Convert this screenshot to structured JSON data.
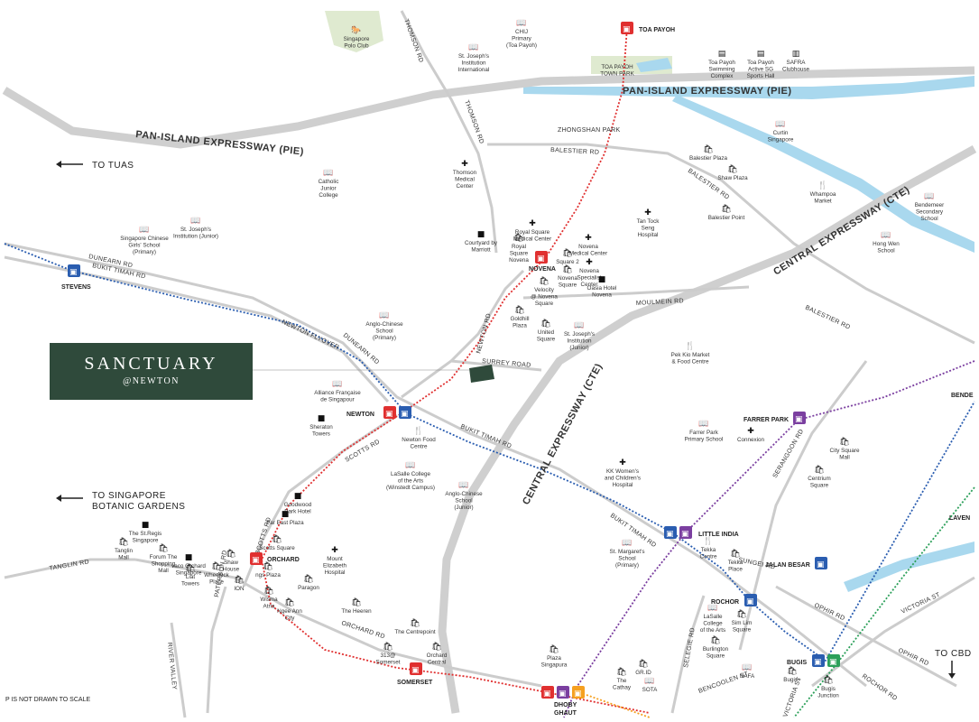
{
  "brand": {
    "title": "SANCTUARY",
    "subtitle": "@NEWTON"
  },
  "directions": {
    "tuas": "TO TUAS",
    "botanic_line1": "TO SINGAPORE",
    "botanic_line2": "BOTANIC GARDENS",
    "cbd": "TO CBD"
  },
  "note": "P IS NOT DRAWN TO SCALE",
  "roads": {
    "pie_west": "PAN-ISLAND EXPRESSWAY (PIE)",
    "pie_east": "PAN-ISLAND EXPRESSWAY (PIE)",
    "cte_north": "CENTRAL EXPRESSWAY (CTE)",
    "cte_south": "CENTRAL EXPRESSWAY (CTE)",
    "thomson1": "THOMSON RD",
    "thomson2": "THOMSON RD",
    "zhongshan": "ZHONGSHAN PARK",
    "balestier": "BALESTIER RD",
    "balestier2": "BALESTIER RD",
    "balestier3": "BALESTIER RD",
    "dunearn": "DUNEARN RD",
    "bukit_timah": "BUKIT TIMAH RD",
    "newton_flyover": "NEWTON FLYOVER",
    "dunearn2": "DUNEARN RD",
    "newton_rd": "NEWTON RD",
    "surrey": "SURREY ROAD",
    "moulmein": "MOULMEIN RD",
    "scotts": "SCOTTS RD",
    "scotts2": "SCOTTS RD",
    "bukit_timah2": "BUKIT TIMAH RD",
    "bukit_timah3": "BUKIT TIMAH RD",
    "tanglin": "TANGLIN RD",
    "orchard": "ORCHARD RD",
    "paterson": "PATERSON RD",
    "river_valley": "RIVER VALLEY",
    "serangoon": "SERANGOON RD",
    "sungei": "SUNGEI RD",
    "ophir": "OPHIR RD",
    "ophir2": "OPHIR RD",
    "victoria": "VICTORIA ST",
    "victoria2": "VICTORIA ST",
    "rochor": "ROCHOR RD",
    "selegie": "SELEGIE RD",
    "bencoolen": "BENCOOLEN ST"
  },
  "stations": {
    "toa_payoh": "TOA PAYOH",
    "stevens": "STEVENS",
    "novena": "NOVENA",
    "newton": "NEWTON",
    "orchard": "ORCHARD",
    "somerset": "SOMERSET",
    "dhoby1": "DHOBY",
    "dhoby2": "GHAUT",
    "little_india": "LITTLE INDIA",
    "farrer_park": "FARRER PARK",
    "jalan_besar": "JALAN BESAR",
    "rochor": "ROCHOR",
    "bugis": "BUGIS",
    "bende": "BENDE",
    "laven": "LAVEN"
  },
  "pois": [
    {
      "l1": "Singapore",
      "l2": "Polo Club"
    },
    {
      "l1": "CHIJ",
      "l2": "Primary",
      "l3": "(Toa Payoh)"
    },
    {
      "l1": "St. Joseph's",
      "l2": "Institution",
      "l3": "International"
    },
    {
      "l1": "TOA PAYOH",
      "l2": "TOWN PARK"
    },
    {
      "l1": "Toa Payoh",
      "l2": "Swimming",
      "l3": "Complex"
    },
    {
      "l1": "Toa Payoh",
      "l2": "Active SG",
      "l3": "Sports Hall"
    },
    {
      "l1": "SAFRA",
      "l2": "Clubhouse"
    },
    {
      "l1": "Curtin",
      "l2": "Singapore"
    },
    {
      "l1": "Balestier Plaza"
    },
    {
      "l1": "Shaw Plaza"
    },
    {
      "l1": "Whampoa",
      "l2": "Market"
    },
    {
      "l1": "Bendemeer",
      "l2": "Secondary",
      "l3": "School"
    },
    {
      "l1": "Thomson",
      "l2": "Medical",
      "l3": "Center"
    },
    {
      "l1": "Catholic",
      "l2": "Junior",
      "l3": "College"
    },
    {
      "l1": "St. Joseph's",
      "l2": "Institution (Junior)"
    },
    {
      "l1": "Singapore Chinese",
      "l2": "Girls' School",
      "l3": "(Primary)"
    },
    {
      "l1": "Royal Square",
      "l2": "Medical Center"
    },
    {
      "l1": "Courtyard by",
      "l2": "Marriott"
    },
    {
      "l1": "Royal",
      "l2": "Square",
      "l3": "Novena"
    },
    {
      "l1": "Novena",
      "l2": "Medical Center"
    },
    {
      "l1": "Tan Tock",
      "l2": "Seng",
      "l3": "Hospital"
    },
    {
      "l1": "Balestier Point"
    },
    {
      "l1": "Hong Wen",
      "l2": "School"
    },
    {
      "l1": "Square 2"
    },
    {
      "l1": "Novena",
      "l2": "Specialist",
      "l3": "Center"
    },
    {
      "l1": "Novena",
      "l2": "Square"
    },
    {
      "l1": "Oasia Hotel",
      "l2": "Novena"
    },
    {
      "l1": "Velocity",
      "l2": "@ Novena",
      "l3": "Square"
    },
    {
      "l1": "Goldhill",
      "l2": "Plaza"
    },
    {
      "l1": "United",
      "l2": "Square"
    },
    {
      "l1": "St. Joseph's",
      "l2": "Institution",
      "l3": "(Junior)"
    },
    {
      "l1": "Anglo-Chinese",
      "l2": "School",
      "l3": "(Primary)"
    },
    {
      "l1": "Pek Kio Market",
      "l2": "& Food Centre"
    },
    {
      "l1": "Alliance Française",
      "l2": "de Singapour"
    },
    {
      "l1": "Sheraton",
      "l2": "Towers"
    },
    {
      "l1": "Newton Food",
      "l2": "Centre"
    },
    {
      "l1": "LaSalle College",
      "l2": "of the Arts",
      "l3": "(Winstedt Campus)"
    },
    {
      "l1": "Anglo-Chinese",
      "l2": "School",
      "l3": "(Junior)"
    },
    {
      "l1": "KK Women's",
      "l2": "and Children's",
      "l3": "Hospital"
    },
    {
      "l1": "Farrer Park",
      "l2": "Primary School"
    },
    {
      "l1": "Connexion"
    },
    {
      "l1": "City Square",
      "l2": "Mall"
    },
    {
      "l1": "Centrium",
      "l2": "Square"
    },
    {
      "l1": "Goodwood",
      "l2": "Park Hotel"
    },
    {
      "l1": "Far East Plaza"
    },
    {
      "l1": "The St.Regis",
      "l2": "Singapore"
    },
    {
      "l1": "Tanglin",
      "l2": "Mall"
    },
    {
      "l1": "Forum The",
      "l2": "Shopping",
      "l3": "Mall"
    },
    {
      "l1": "vaco Orchard",
      "l2": "Singapore"
    },
    {
      "l1": "Liat",
      "l2": "Towers"
    },
    {
      "l1": "Wheelock",
      "l2": "Place"
    },
    {
      "l1": "Shaw",
      "l2": "House"
    },
    {
      "l1": "ION"
    },
    {
      "l1": "ngs Plaza"
    },
    {
      "l1": "Scotts Square"
    },
    {
      "l1": "Mount",
      "l2": "Elizabeth",
      "l3": "Hospital"
    },
    {
      "l1": "Paragon"
    },
    {
      "l1": "Wisma",
      "l2": "Atria"
    },
    {
      "l1": "Ngee Ann",
      "l2": "City"
    },
    {
      "l1": "The Heeren"
    },
    {
      "l1": "The Centrepoint"
    },
    {
      "l1": "313@",
      "l2": "Somerset"
    },
    {
      "l1": "Orchard",
      "l2": "Central"
    },
    {
      "l1": "Plaza",
      "l2": "Singapura"
    },
    {
      "l1": "St. Margaret's",
      "l2": "School",
      "l3": "(Primary)"
    },
    {
      "l1": "Tekka",
      "l2": "Centre"
    },
    {
      "l1": "Tekka",
      "l2": "Place"
    },
    {
      "l1": "LaSalle",
      "l2": "College",
      "l3": "of the Arts"
    },
    {
      "l1": "Sim Lim",
      "l2": "Square"
    },
    {
      "l1": "Burlington",
      "l2": "Square"
    },
    {
      "l1": "The",
      "l2": "Cathay"
    },
    {
      "l1": "GR.ID"
    },
    {
      "l1": "SOTA"
    },
    {
      "l1": "NAFA"
    },
    {
      "l1": "Bugis+"
    },
    {
      "l1": "Bugis",
      "l2": "Junction"
    }
  ],
  "colors": {
    "water": "#a9d8ee",
    "park": "#dfead0",
    "road": "#c9c9c9",
    "expressway": "#cfcfcf",
    "ns_line": "#e03030",
    "dt_line": "#2a5db0",
    "ne_line": "#7b3fa0",
    "cc_line": "#f5a020",
    "ew_line": "#2ca05a",
    "brand_bg": "#2f4a3b",
    "site": "#2f4a3b"
  }
}
